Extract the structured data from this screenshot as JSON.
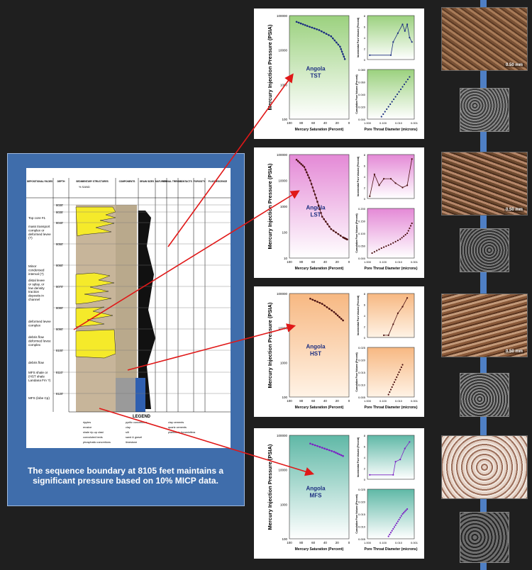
{
  "log": {
    "col_headers": [
      "DEPOSITIONAL FACIES",
      "DEPTH",
      "SEDIMENTARY STRUCTURES",
      "COMPONENTS",
      "GRAIN SIZES",
      "MATURITY",
      "SIGNAL TRENDS",
      "CONTACTS",
      "POROSITY",
      "FLUORESCENCE"
    ],
    "scale_label": "% SAND",
    "facies": [
      "Top core #1",
      "mass transport complex or deformed levee (?)",
      "Minor condensed interval (?)",
      "distal levee or splay, or low density traction deposits in channel",
      "deformed levee complex",
      "debris flow deformed levee complex",
      "debris flow",
      "MFS shale or (HST shale Landana Fm ?)",
      "MFS (lobe Cp)"
    ],
    "depths": [
      "8030'",
      "8035'",
      "8040'",
      "8050'",
      "8060'",
      "8070'",
      "8080'",
      "8090'",
      "8100'",
      "8110'",
      "8120'"
    ],
    "legend_title": "LEGEND",
    "legend_items": [
      "ripples",
      "erosive",
      "shale rip-up clast",
      "convoluted beds",
      "phosphatic concretions",
      "pyritic concretions",
      "clay",
      "silt",
      "sand & gravel",
      "limestone",
      "clay cements",
      "quartz cements",
      "planktonic foraminifera"
    ]
  },
  "summary_text": "The sequence boundary at 8105 feet maintains a significant pressure based on 10% MICP data.",
  "common_labels": {
    "y_main": "Mercury Injection Pressure (PSIA)",
    "x_main": "Mercury Saturation (Percent)",
    "y_incr": "Incremental Pore Volume (Percent)",
    "y_cum": "Cumulative Pore Volume (Percent)",
    "x_throat": "Pore Throat Diameter (microns)",
    "sat_ticks": [
      "100",
      "80",
      "60",
      "40",
      "20",
      "0"
    ],
    "throat_ticks": [
      "1.000",
      "0.100",
      "0.010",
      "0.001"
    ]
  },
  "panels": [
    {
      "id": "tst",
      "name": "Angola",
      "sub": "TST",
      "ticks": [
        "100000",
        "10000",
        "1000",
        "100"
      ],
      "incr_ticks": [
        "8",
        "6",
        "4",
        "2",
        "0"
      ],
      "cum_ticks": [
        "0.080",
        "0.060",
        "0.040",
        "0.020",
        "0.000"
      ],
      "colors": {
        "top": "#9bd17e",
        "bottom": "#ffffff",
        "mark": "#1c2e80"
      }
    },
    {
      "id": "lst",
      "name": "Angola",
      "sub": "LST",
      "ticks": [
        "100000",
        "10000",
        "1000",
        "100",
        "10"
      ],
      "incr_ticks": [
        "8",
        "6",
        "4",
        "2",
        "0"
      ],
      "cum_ticks": [
        "0.200",
        "0.150",
        "0.100",
        "0.050",
        "0.000"
      ],
      "colors": {
        "top": "#e489d6",
        "bottom": "#ffffff",
        "mark": "#4a1010"
      }
    },
    {
      "id": "hst",
      "name": "Angola",
      "sub": "HST",
      "ticks": [
        "100000",
        "10000",
        "1000",
        "100"
      ],
      "incr_ticks": [
        "8",
        "6",
        "4",
        "2",
        "0"
      ],
      "cum_ticks": [
        "0.025",
        "0.020",
        "0.015",
        "0.010",
        "0.005"
      ],
      "colors": {
        "top": "#f7b882",
        "bottom": "#fff3e6",
        "mark": "#4a1010"
      }
    },
    {
      "id": "mfs",
      "name": "Angola",
      "sub": "MFS",
      "ticks": [
        "100000",
        "10000",
        "1000",
        "100"
      ],
      "incr_ticks": [
        "8",
        "6",
        "4",
        "2",
        "0"
      ],
      "cum_ticks": [
        "0.025",
        "0.020",
        "0.015",
        "0.010",
        "0.005"
      ],
      "colors": {
        "top": "#5fb8a6",
        "bottom": "#ffffff",
        "mark": "#7b22c4"
      }
    }
  ],
  "scale_bars": [
    "0.50 mm",
    "0.50 mm",
    "0.50 mm"
  ]
}
